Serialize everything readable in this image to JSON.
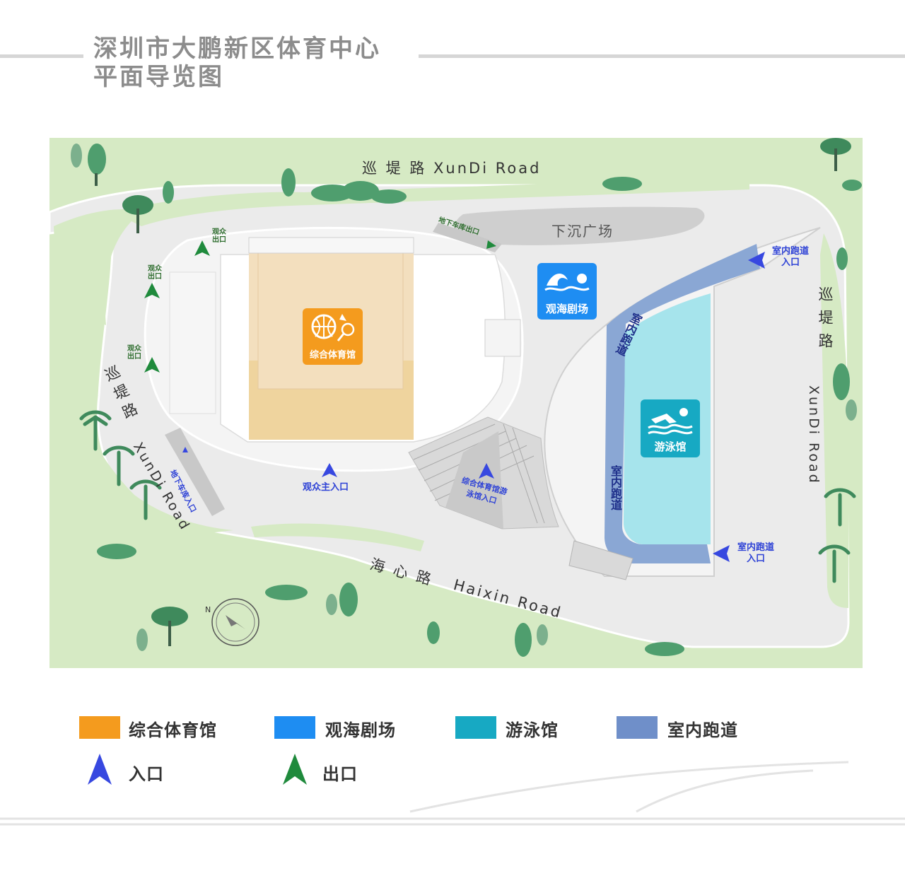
{
  "title": {
    "line1": "深圳市大鹏新区体育中心",
    "line2": "平面导览图"
  },
  "roads": {
    "xundi_top": "巡 堤 路   XunDi Road",
    "xundi_right_cn": "巡堤路",
    "xundi_right_en": "XunDi Road",
    "xundi_left_cn": "巡堤路",
    "xundi_left_en": "XunDi Road",
    "haixin_cn": "海 心 路",
    "haixin_en": "Haixin Road"
  },
  "places": {
    "sunken_plaza": "下沉广场",
    "gymnasium": "综合体育馆",
    "sea_theater": "观海剧场",
    "natatorium": "游泳馆",
    "indoor_track": "室内跑道"
  },
  "markers": {
    "audience_exit": "观众出口",
    "audience_main_entrance": "观众主入口",
    "gym_pool_entrance": "综合体育馆游泳馆入口",
    "track_entrance": "室内跑道入口",
    "parking_exit": "地下车库出口",
    "parking_entrance": "地下车库入口",
    "compass_n": "N"
  },
  "legend": {
    "items": [
      {
        "label": "综合体育馆",
        "color": "#f49b1e"
      },
      {
        "label": "观海剧场",
        "color": "#1e8df2"
      },
      {
        "label": "游泳馆",
        "color": "#17a9c3"
      },
      {
        "label": "室内跑道",
        "color": "#6f8fc9"
      }
    ],
    "entrance": {
      "label": "入口",
      "color": "#3748e0"
    },
    "exit": {
      "label": "出口",
      "color": "#1f8a3c"
    }
  },
  "colors": {
    "grass": "#d6eac4",
    "pavement": "#ececec",
    "road_edge": "#ffffff",
    "building_light": "#f4f4f4",
    "plaza_gray": "#cfcfcf",
    "gym_upper": "#f3dfbe",
    "gym_lower": "#efd49e",
    "pool": "#a6e4ec",
    "track": "#8aa7d4",
    "tree": "#4f9e6e"
  }
}
